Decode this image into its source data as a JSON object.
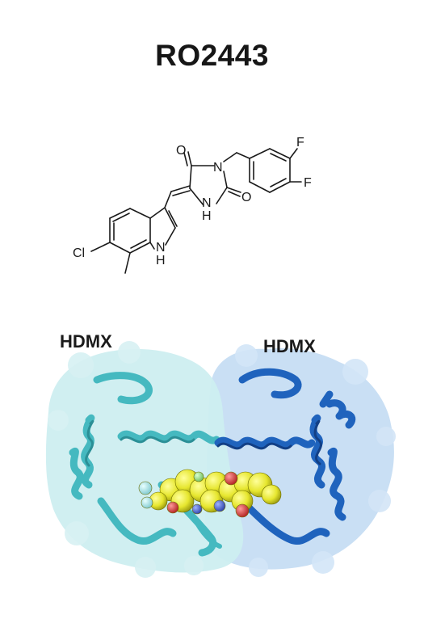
{
  "title": "RO2443",
  "molecule": {
    "atom_labels": {
      "o_top": "O",
      "n_imide": "N",
      "o_right": "O",
      "nh_ring": "N",
      "h_ring": "H",
      "f_meta": "F",
      "f_para": "F",
      "cl": "Cl",
      "nh_indole": "N",
      "h_indole": "H"
    }
  },
  "protein": {
    "left_label": "HDMX",
    "right_label": "HDMX",
    "colors": {
      "left_surface": "#c9ecef",
      "right_surface": "#c3dcf4",
      "left_ribbon": "#4bbfc4",
      "right_ribbon": "#1f5fb8",
      "ligand": "#e8e83a"
    }
  }
}
